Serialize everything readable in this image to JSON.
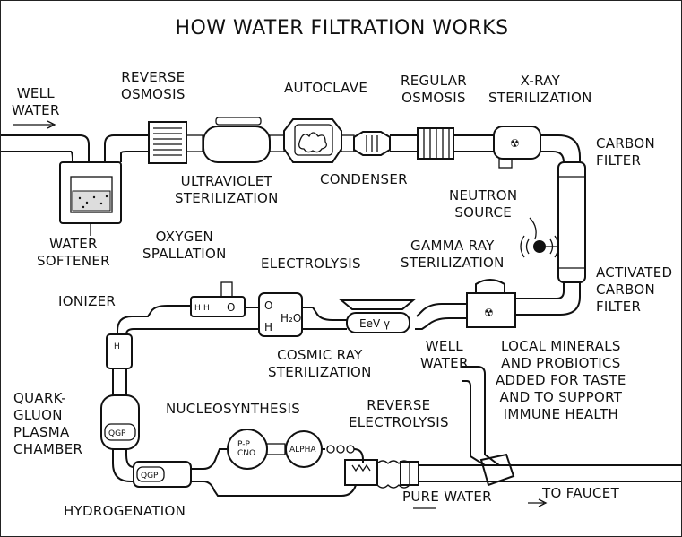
{
  "title": "HOW WATER FILTRATION WORKS",
  "labels": {
    "well_water_in": "WELL\nWATER",
    "reverse_osmosis": "REVERSE\nOSMOSIS",
    "autoclave": "AUTOCLAVE",
    "regular_osmosis": "REGULAR\nOSMOSIS",
    "xray": "X-RAY\nSTERILIZATION",
    "carbon_filter": "CARBON\nFILTER",
    "ultraviolet": "ULTRAVIOLET\nSTERILIZATION",
    "condenser": "CONDENSER",
    "neutron_source": "NEUTRON\nSOURCE",
    "water_softener": "WATER\nSOFTENER",
    "oxygen_spallation": "OXYGEN\nSPALLATION",
    "electrolysis": "ELECTROLYSIS",
    "gamma_ray": "GAMMA RAY\nSTERILIZATION",
    "activated_carbon": "ACTIVATED\nCARBON\nFILTER",
    "ionizer": "IONIZER",
    "cosmic_ray": "COSMIC RAY\nSTERILIZATION",
    "well_water_side": "WELL\nWATER",
    "local_minerals": "LOCAL MINERALS\nAND PROBIOTICS\nADDED FOR TASTE\nAND TO SUPPORT\nIMMUNE HEALTH",
    "qgp_chamber": "QUARK-\nGLUON\nPLASMA\nCHAMBER",
    "nucleosynthesis": "NUCLEOSYNTHESIS",
    "reverse_electrolysis": "REVERSE\nELECTROLYSIS",
    "hydrogenation": "HYDROGENATION",
    "pure_water": "PURE WATER",
    "to_faucet": "TO FAUCET"
  },
  "device_text": {
    "eev": "EeV γ",
    "qgp": "QGP",
    "alpha": "ALPHA",
    "ppcno": "P-P\nCNO",
    "h2o": "H₂O",
    "o": "O",
    "h": "H",
    "radiation": "☢"
  }
}
